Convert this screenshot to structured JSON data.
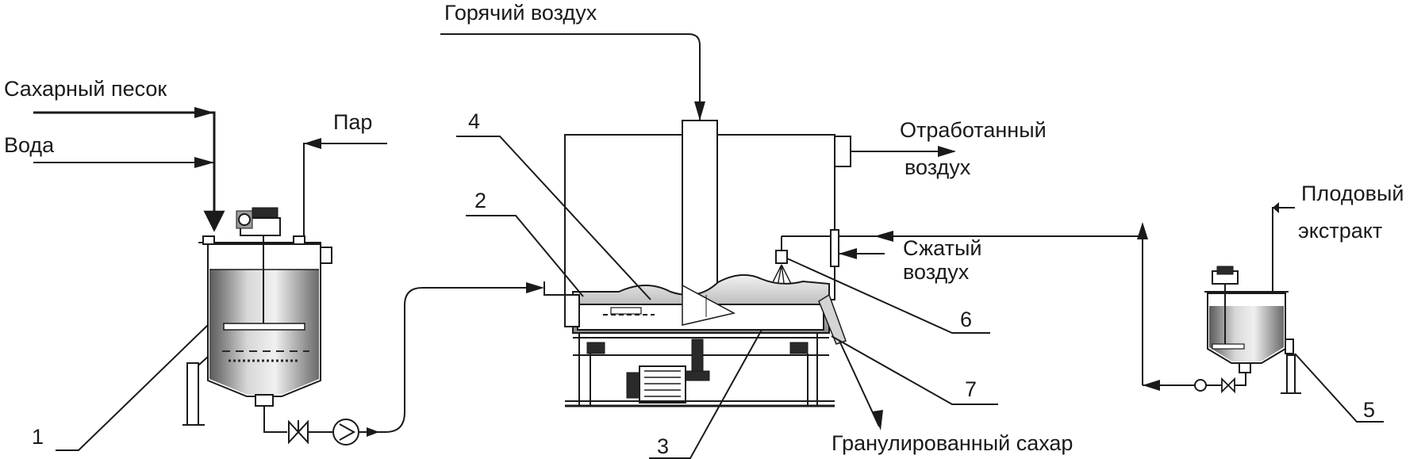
{
  "diagram": {
    "inputs": {
      "sugar_sand": "Сахарный песок",
      "water": "Вода",
      "steam": "Пар",
      "hot_air": "Горячий воздух",
      "fruit_extract_line1": "Плодовый",
      "fruit_extract_line2": "экстракт",
      "compressed_air_line1": "Сжатый",
      "compressed_air_line2": "воздух"
    },
    "outputs": {
      "exhaust_air_line1": "Отработанный",
      "exhaust_air_line2": "воздух",
      "granulated_sugar": "Гранулированный сахар"
    },
    "callouts": [
      "1",
      "2",
      "3",
      "4",
      "5",
      "6",
      "7"
    ]
  }
}
